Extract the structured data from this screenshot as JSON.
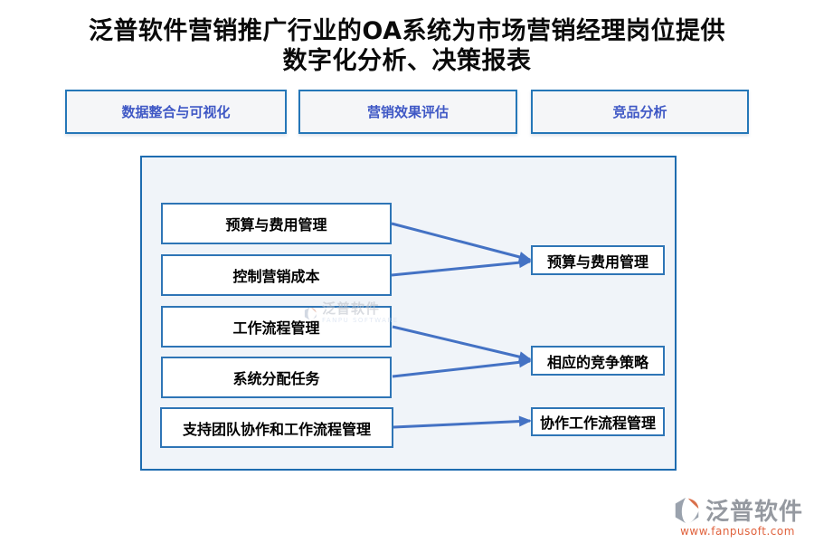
{
  "title": {
    "line1": "泛普软件营销推广行业的OA系统为市场营销经理岗位提供",
    "line2": "数字化分析、决策报表"
  },
  "tabs": [
    {
      "label": "数据整合与可视化"
    },
    {
      "label": "营销效果评估"
    },
    {
      "label": "竞品分析"
    }
  ],
  "diagram": {
    "left_nodes": [
      {
        "label": "预算与费用管理"
      },
      {
        "label": "控制营销成本"
      },
      {
        "label": "工作流程管理"
      },
      {
        "label": "系统分配任务"
      },
      {
        "label": "支持团队协作和工作流程管理"
      }
    ],
    "right_nodes": [
      {
        "label": "预算与费用管理"
      },
      {
        "label": "相应的竞争策略"
      },
      {
        "label": "协作工作流程管理"
      }
    ],
    "edges": [
      [
        0,
        0
      ],
      [
        1,
        0
      ],
      [
        2,
        1
      ],
      [
        3,
        1
      ],
      [
        4,
        2
      ]
    ]
  },
  "watermark": {
    "brand": "泛普软件",
    "sub": "FANPU SOFTWARE"
  },
  "footer": {
    "brand": "泛普软件",
    "url": "www.fanpusoft.com"
  },
  "colors": {
    "accent_blue": "#2577b8",
    "node_border": "#2e75b6",
    "arrow_blue": "#4472c4",
    "button_text": "#3f58c5",
    "panel_bg": "#f0f4f9",
    "footer_gray": "#9599a0",
    "footer_orange": "#e0623d"
  }
}
